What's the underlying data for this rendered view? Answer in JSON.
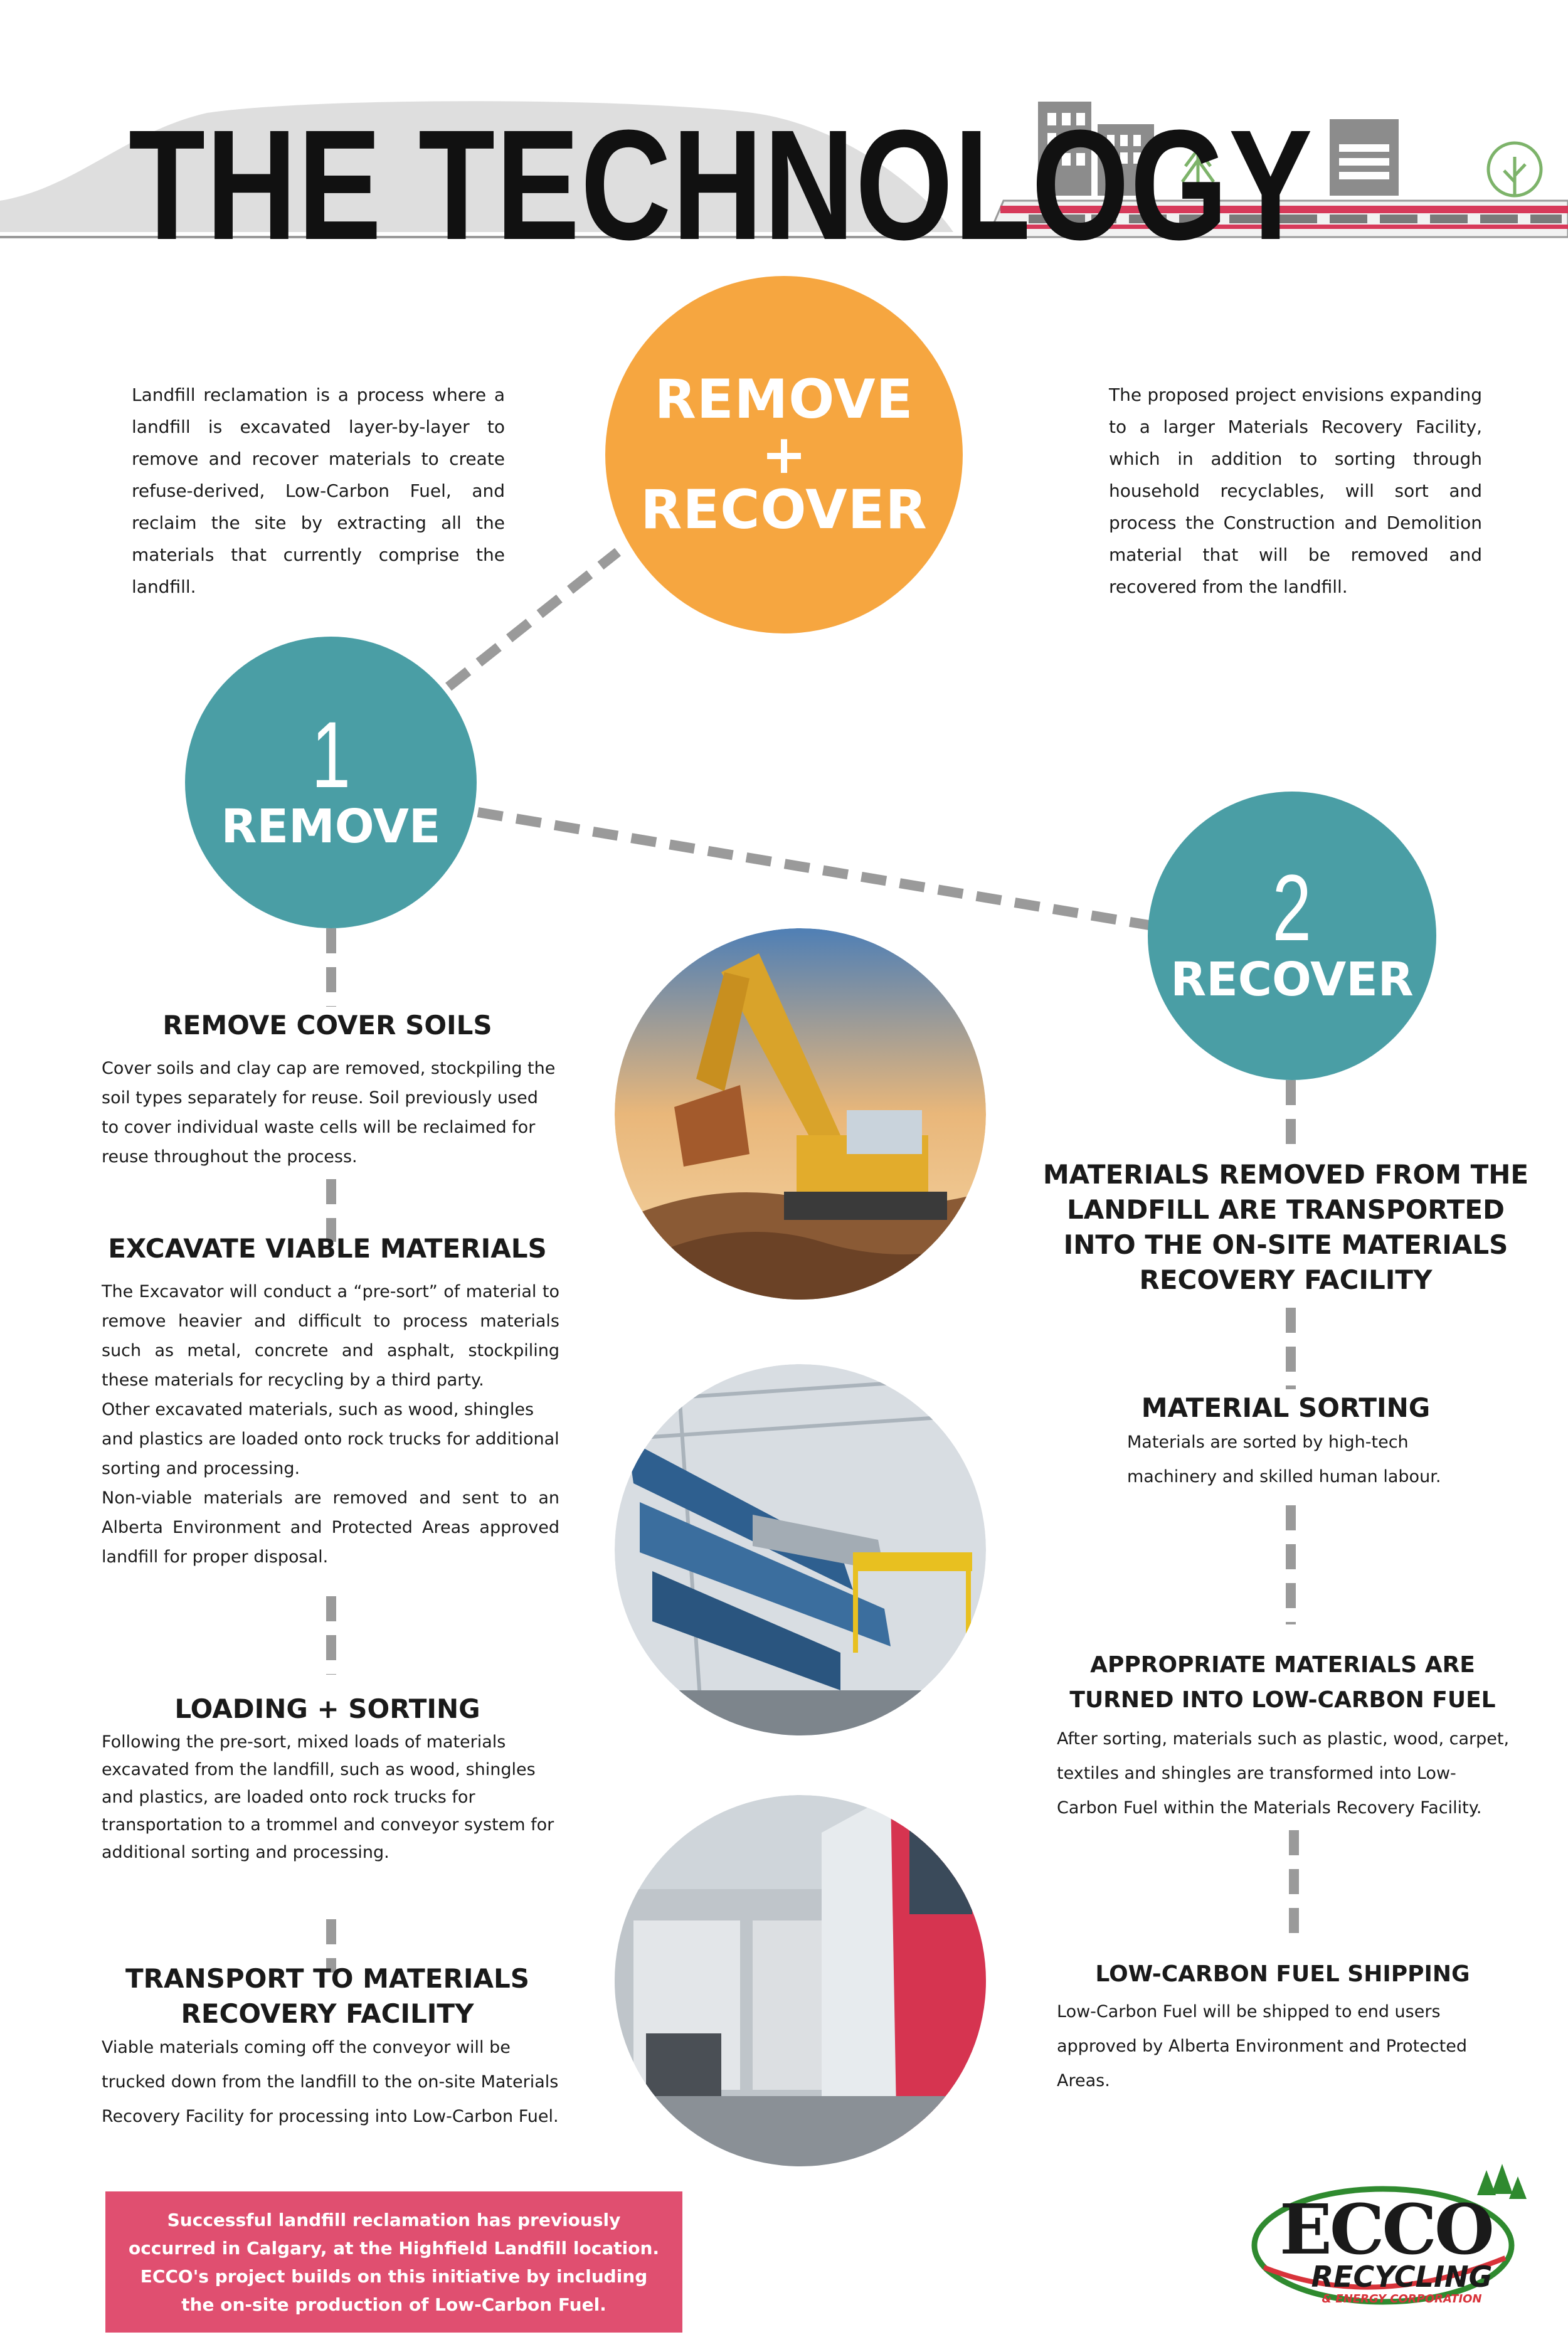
{
  "header": {
    "title": "THE TECHNOLOGY"
  },
  "intro": {
    "left": "Landfill reclamation is a process where a landfill is excavated layer-by-layer to remove and recover materials to create refuse-derived, Low-Carbon Fuel, and reclaim the site by extracting all the materials that currently comprise the landfill.",
    "right": "The proposed project envisions expanding to a larger Materials Recovery Facility, which in addition to sorting through household recyclables, will sort and process the Construction and Demolition material that will be removed and recovered from the landfill."
  },
  "main_circle": {
    "line1": "REMOVE",
    "plus": "+",
    "line2": "RECOVER"
  },
  "step1": {
    "number": "1",
    "label": "REMOVE"
  },
  "step2": {
    "number": "2",
    "label": "RECOVER"
  },
  "left_sections": [
    {
      "heading": "REMOVE COVER SOILS",
      "body": "Cover soils and clay cap are removed, stockpiling the soil types separately for reuse. Soil previously used to cover individual waste cells will be reclaimed for reuse throughout the process."
    },
    {
      "heading": "EXCAVATE VIABLE MATERIALS",
      "body1": "The Excavator will conduct a “pre-sort” of material to remove heavier and difficult to process materials such as metal, concrete and asphalt, stockpiling these materials for recycling by a third party.",
      "body2": "Other excavated materials, such as wood, shingles and plastics are loaded onto rock trucks for additional sorting and processing.",
      "body3": "Non-viable materials are removed and sent to an Alberta Environment and Protected Areas approved landfill for proper disposal."
    },
    {
      "heading": "LOADING + SORTING",
      "body": "Following the pre-sort, mixed loads of materials excavated from the landfill, such as wood, shingles and plastics, are loaded onto rock trucks for transportation to a trommel and conveyor system for additional sorting and processing."
    },
    {
      "heading": "TRANSPORT TO MATERIALS RECOVERY FACILITY",
      "body": "Viable materials coming off the conveyor will be trucked down from the landfill to the on-site Materials Recovery Facility for processing into Low-Carbon Fuel."
    }
  ],
  "right_sections": [
    {
      "heading": "MATERIALS REMOVED FROM THE LANDFILL ARE TRANSPORTED INTO THE ON-SITE MATERIALS RECOVERY FACILITY"
    },
    {
      "heading": "MATERIAL SORTING",
      "body": "Materials are sorted by high-tech machinery and skilled human labour."
    },
    {
      "heading": "APPROPRIATE MATERIALS ARE TURNED INTO LOW-CARBON FUEL",
      "body": "After sorting, materials such as plastic, wood, carpet, textiles and shingles are transformed into Low-Carbon Fuel within the Materials Recovery Facility."
    },
    {
      "heading": "LOW-CARBON FUEL SHIPPING",
      "body": "Low-Carbon Fuel will be shipped to end users approved by Alberta Environment and Protected Areas."
    }
  ],
  "callout": {
    "text": "Successful landfill reclamation has previously occurred in Calgary, at the Highfield Landfill location. ECCO's project builds on this initiative by including the on-site production of Low-Carbon Fuel."
  },
  "logo": {
    "name": "ECCO",
    "sub": "RECYCLING",
    "tag": "& ENERGY CORPORATION"
  },
  "colors": {
    "orange": "#f6a640",
    "teal": "#4a9ea5",
    "pink": "#e04f70",
    "dash": "#9a9a9a",
    "train_accent": "#d73a5a",
    "green": "#2f8a2f"
  },
  "icons": [
    "landfill-hill",
    "city-building-icon",
    "tree-icon",
    "light-rail-train-icon",
    "excavator-photo",
    "sorting-facility-photo",
    "truck-loading-dock-photo"
  ]
}
